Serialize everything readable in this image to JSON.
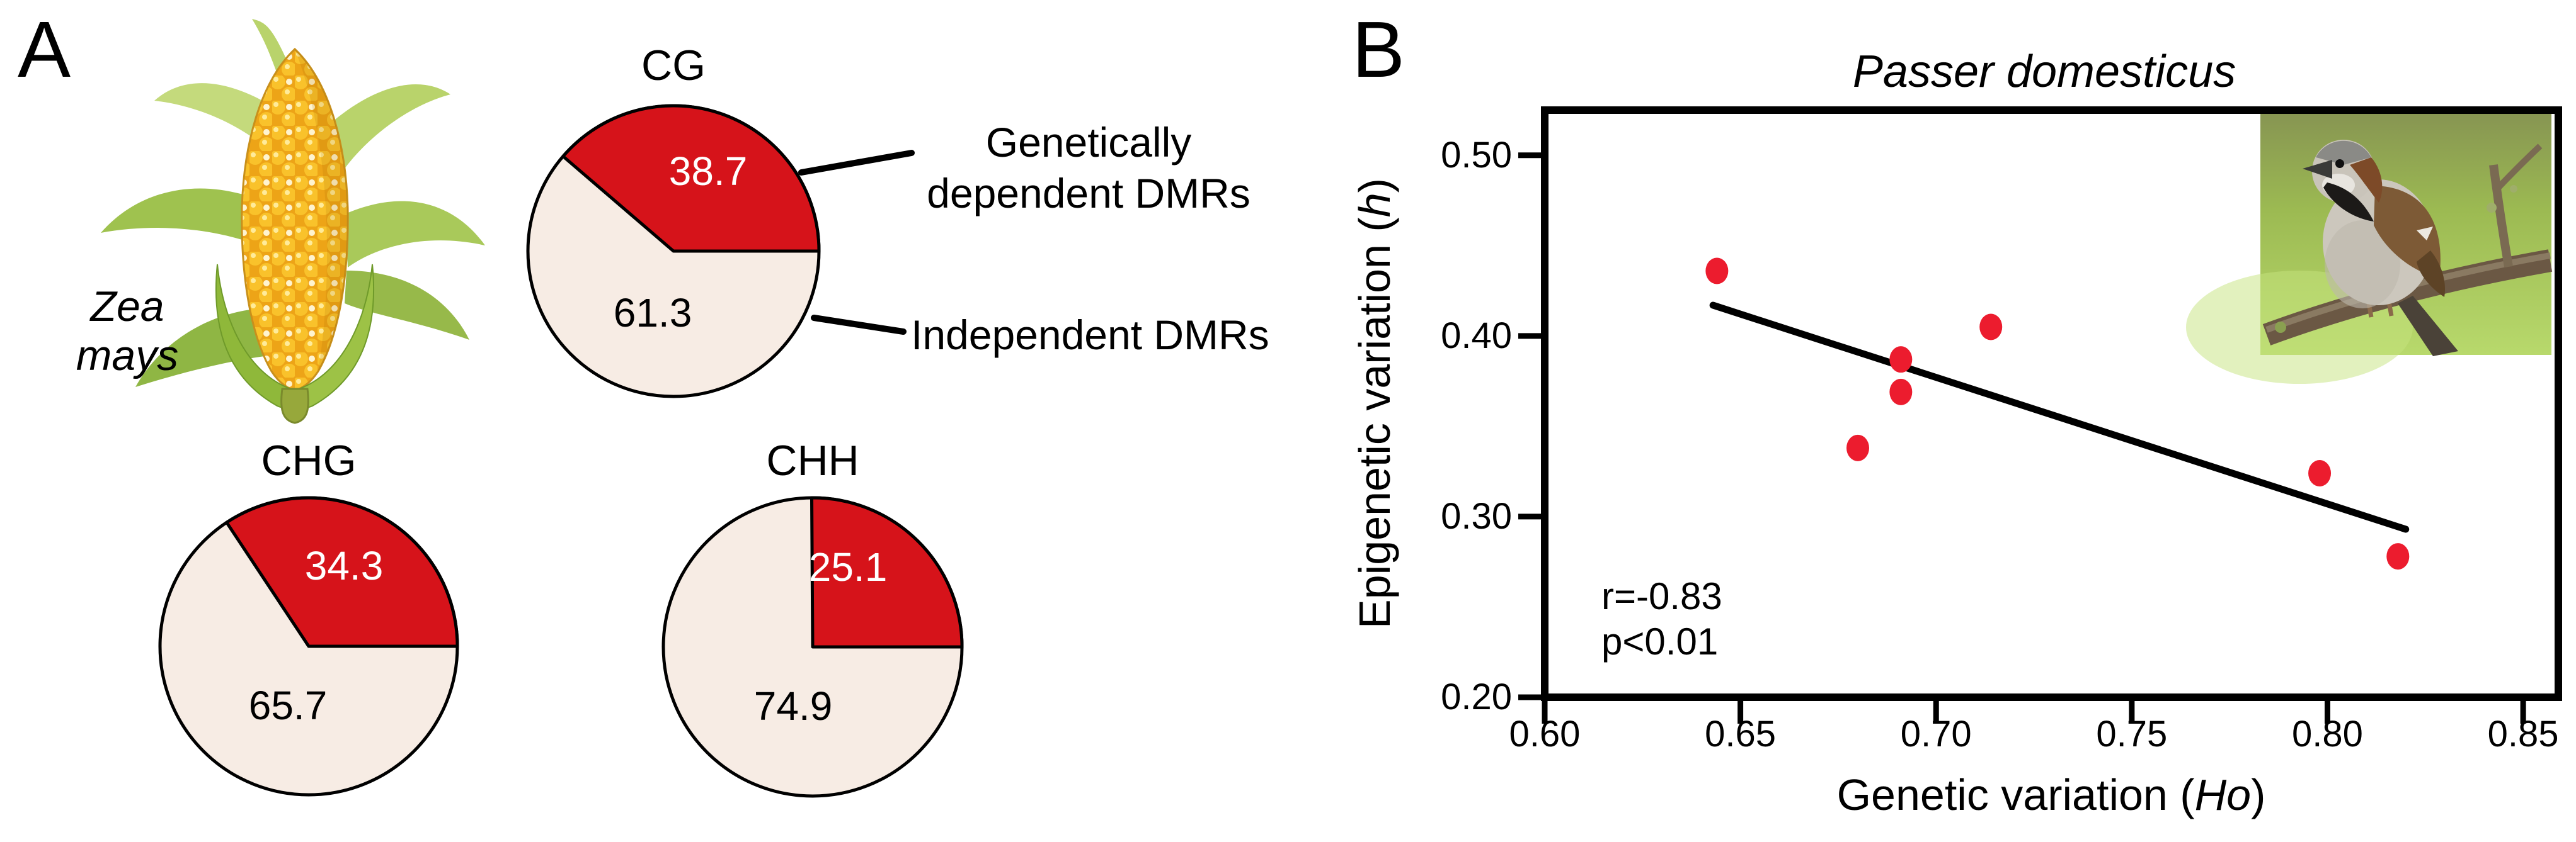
{
  "figure": {
    "background": "#ffffff",
    "colors": {
      "pie_dependent": "#d6131a",
      "pie_independent": "#f7ece4",
      "scatter_point": "#ec1c2e",
      "stroke": "#000000"
    }
  },
  "panelA": {
    "label": "A",
    "species": "Zea\nmays",
    "legend": {
      "dependent": "Genetically\ndependent DMRs",
      "independent": "Independent DMRs"
    }
  },
  "panelB": {
    "label": "B"
  },
  "chart_data": [
    {
      "type": "pie",
      "id": "CG",
      "title": "CG",
      "labels": [
        "Genetically dependent DMRs",
        "Independent DMRs"
      ],
      "values": [
        38.7,
        61.3
      ],
      "value_labels": [
        "38.7",
        "61.3"
      ],
      "colors": [
        "#d6131a",
        "#f7ece4"
      ]
    },
    {
      "type": "pie",
      "id": "CHG",
      "title": "CHG",
      "labels": [
        "Genetically dependent DMRs",
        "Independent DMRs"
      ],
      "values": [
        34.3,
        65.7
      ],
      "value_labels": [
        "34.3",
        "65.7"
      ],
      "colors": [
        "#d6131a",
        "#f7ece4"
      ]
    },
    {
      "type": "pie",
      "id": "CHH",
      "title": "CHH",
      "labels": [
        "Genetically dependent DMRs",
        "Independent DMRs"
      ],
      "values": [
        25.1,
        74.9
      ],
      "value_labels": [
        "25.1",
        "74.9"
      ],
      "colors": [
        "#d6131a",
        "#f7ece4"
      ]
    },
    {
      "type": "scatter",
      "title": "Passer domesticus",
      "xlabel": {
        "prefix": "Genetic variation (",
        "italic": "Ho",
        "suffix": ")"
      },
      "ylabel": {
        "prefix": "Epigenetic variation (",
        "italic": "h",
        "suffix": ")"
      },
      "xlim": [
        0.6,
        0.859
      ],
      "ylim": [
        0.2,
        0.525
      ],
      "xticks": [
        0.6,
        0.65,
        0.7,
        0.75,
        0.8,
        0.85
      ],
      "xtick_labels": [
        "0.60",
        "0.65",
        "0.70",
        "0.75",
        "0.80",
        "0.85"
      ],
      "yticks": [
        0.2,
        0.3,
        0.4,
        0.5
      ],
      "ytick_labels": [
        "0.20",
        "0.30",
        "0.40",
        "0.50"
      ],
      "points": [
        [
          0.644,
          0.436
        ],
        [
          0.714,
          0.405
        ],
        [
          0.691,
          0.387
        ],
        [
          0.691,
          0.369
        ],
        [
          0.68,
          0.338
        ],
        [
          0.798,
          0.324
        ],
        [
          0.818,
          0.278
        ]
      ],
      "trendline": {
        "x1": 0.643,
        "y1": 0.417,
        "x2": 0.82,
        "y2": 0.293
      },
      "annotation": [
        "r=-0.83",
        "p<0.01"
      ],
      "point_color": "#ec1c2e",
      "grid": false,
      "legend_position": "none"
    }
  ]
}
